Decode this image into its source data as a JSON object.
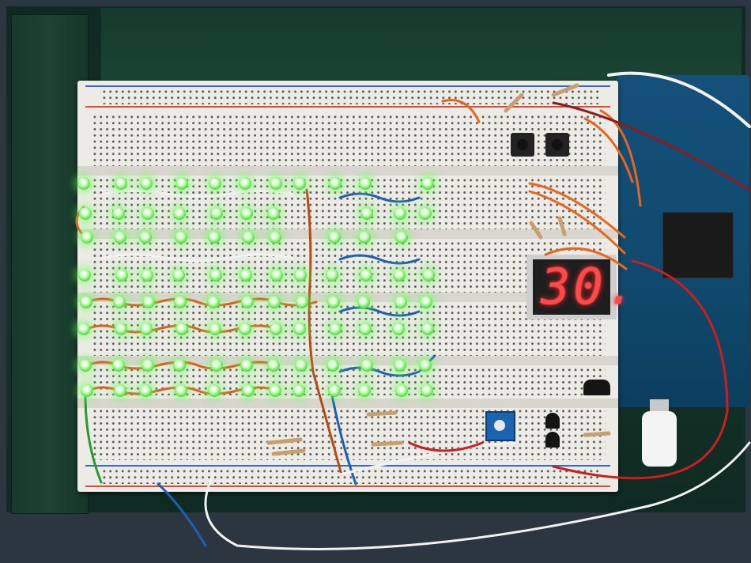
{
  "scene": {
    "description_label": "",
    "display": {
      "digits": "30."
    },
    "colors": {
      "led_glow": "#6fe85a",
      "display_red": "#ff4a4a",
      "wire_orange": "#e8661e",
      "wire_blue": "#1e5fb0",
      "wire_white": "#f2f2f2",
      "wire_red": "#c8201e",
      "wire_green": "#2a9a30",
      "arduino_blue": "#14507a"
    },
    "led_grid": {
      "rows": 8,
      "cols": 12
    }
  }
}
